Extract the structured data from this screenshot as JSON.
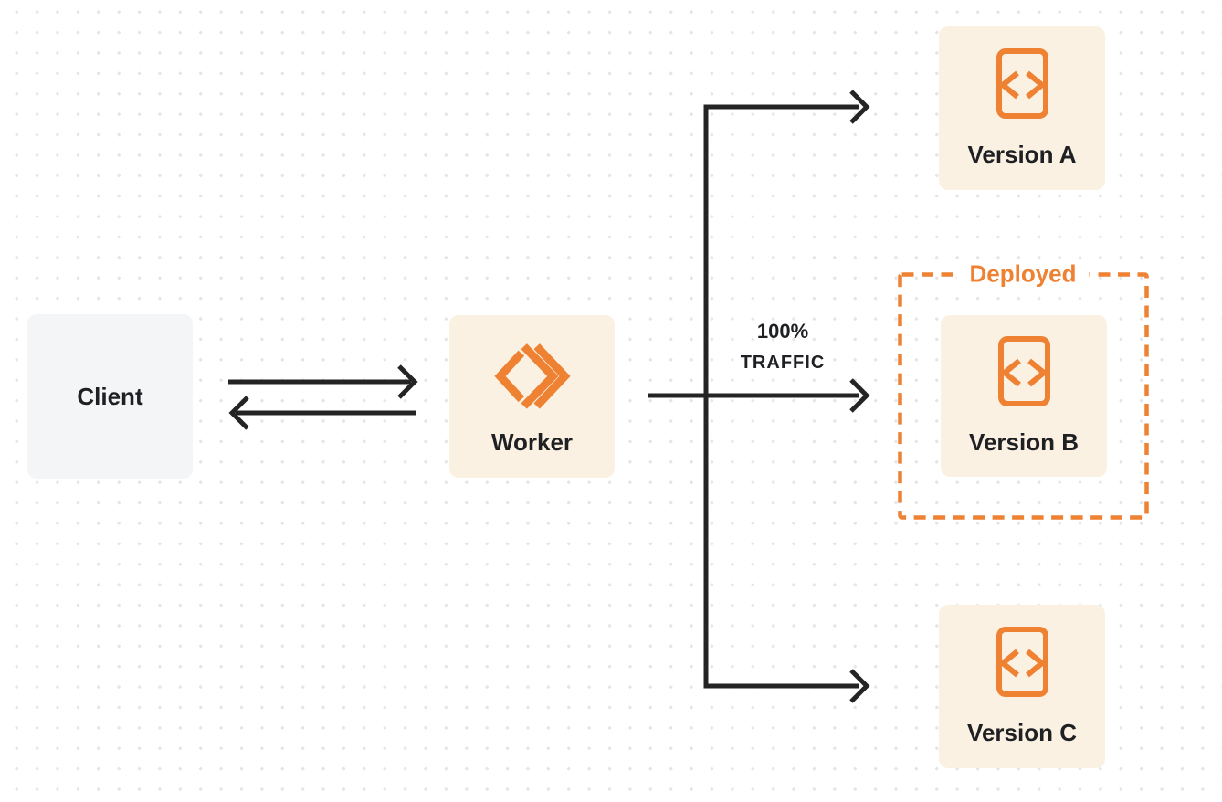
{
  "nodes": {
    "client": {
      "label": "Client"
    },
    "worker": {
      "label": "Worker"
    }
  },
  "versions": [
    {
      "label": "Version A",
      "deployed": false
    },
    {
      "label": "Version B",
      "deployed": true
    },
    {
      "label": "Version C",
      "deployed": false
    }
  ],
  "deployed": {
    "label": "Deployed"
  },
  "traffic": {
    "line1": "100%",
    "line2": "TRAFFIC"
  },
  "icons": {
    "worker": "workers-double-chevron-icon",
    "version": "code-file-icon"
  },
  "colors": {
    "accent_orange": "#ee8132",
    "box_cream": "#fbf1e2",
    "client_gray": "#f4f5f6",
    "arrow_dark": "#242424",
    "text_dark": "#1e2023",
    "dot_gray": "#e5e5e8"
  }
}
